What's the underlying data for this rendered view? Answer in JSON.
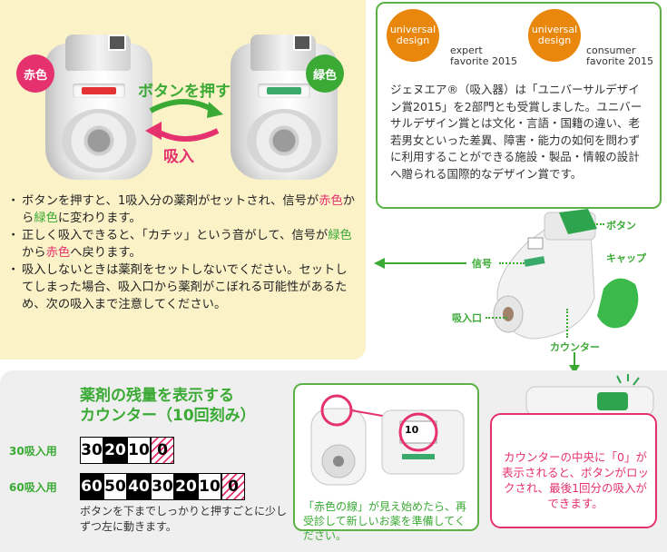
{
  "top_left": {
    "tag_red": "赤色",
    "tag_green": "緑色",
    "arrow_press": "ボタンを押す",
    "arrow_inhale": "吸入",
    "bullets": {
      "b1_pre": "ボタンを押すと、1吸入分の薬剤がセットされ、信号が",
      "b1_red": "赤色",
      "b1_mid": "から",
      "b1_green": "緑色",
      "b1_post": "に変わります。",
      "b2_pre": "正しく吸入できると、「カチッ」という音がして、信号が",
      "b2_green": "緑色",
      "b2_mid": "から",
      "b2_red": "赤色",
      "b2_post": "へ戻ります。",
      "b3": "吸入しないときは薬剤をセットしないでください。セットしてしまった場合、吸入口から薬剤がこぼれる可能性があるため、次の吸入まで注意してください。"
    }
  },
  "award": {
    "badge1_l1": "universal",
    "badge1_l2": "design",
    "caption1_l1": "expert",
    "caption1_l2": "favorite 2015",
    "badge2_l1": "universal",
    "badge2_l2": "design",
    "caption2_l1": "consumer",
    "caption2_l2": "favorite 2015",
    "text": "ジェヌエア®（吸入器）は「ユニバーサルデザイン賞2015」を2部門とも受賞しました。ユニバーサルデザイン賞とは文化・言語・国籍の違い、老若男女といった差異、障害・能力の如何を問わずに利用することができる施設・製品・情報の設計へ贈られる国際的なデザイン賞です。"
  },
  "diagram": {
    "button": "ボタン",
    "signal": "信号",
    "cap": "キャップ",
    "mouthpiece": "吸入口",
    "counter": "カウンター"
  },
  "counter_panel": {
    "title_l1": "薬剤の残量を表示する",
    "title_l2": "カウンター（10回刻み）",
    "row30_label": "30吸入用",
    "row30": [
      "30",
      "20",
      "10",
      "0"
    ],
    "row60_label": "60吸入用",
    "row60": [
      "60",
      "50",
      "40",
      "30",
      "20",
      "10",
      "0"
    ],
    "note": "ボタンを下までしっかりと押すごとに少しずつ左に動きます。"
  },
  "green_box": {
    "window_text": "10",
    "text": "「赤色の線」が見え始めたら、再受診して新しいお薬を準備してください。"
  },
  "pink_box": {
    "text": "カウンターの中央に「0」が表示されると、ボタンがロックされ、最後1回分の吸入ができます。"
  },
  "colors": {
    "accent_green": "#3aaa35",
    "accent_pink": "#e5326e",
    "award_orange": "#e9870d"
  }
}
